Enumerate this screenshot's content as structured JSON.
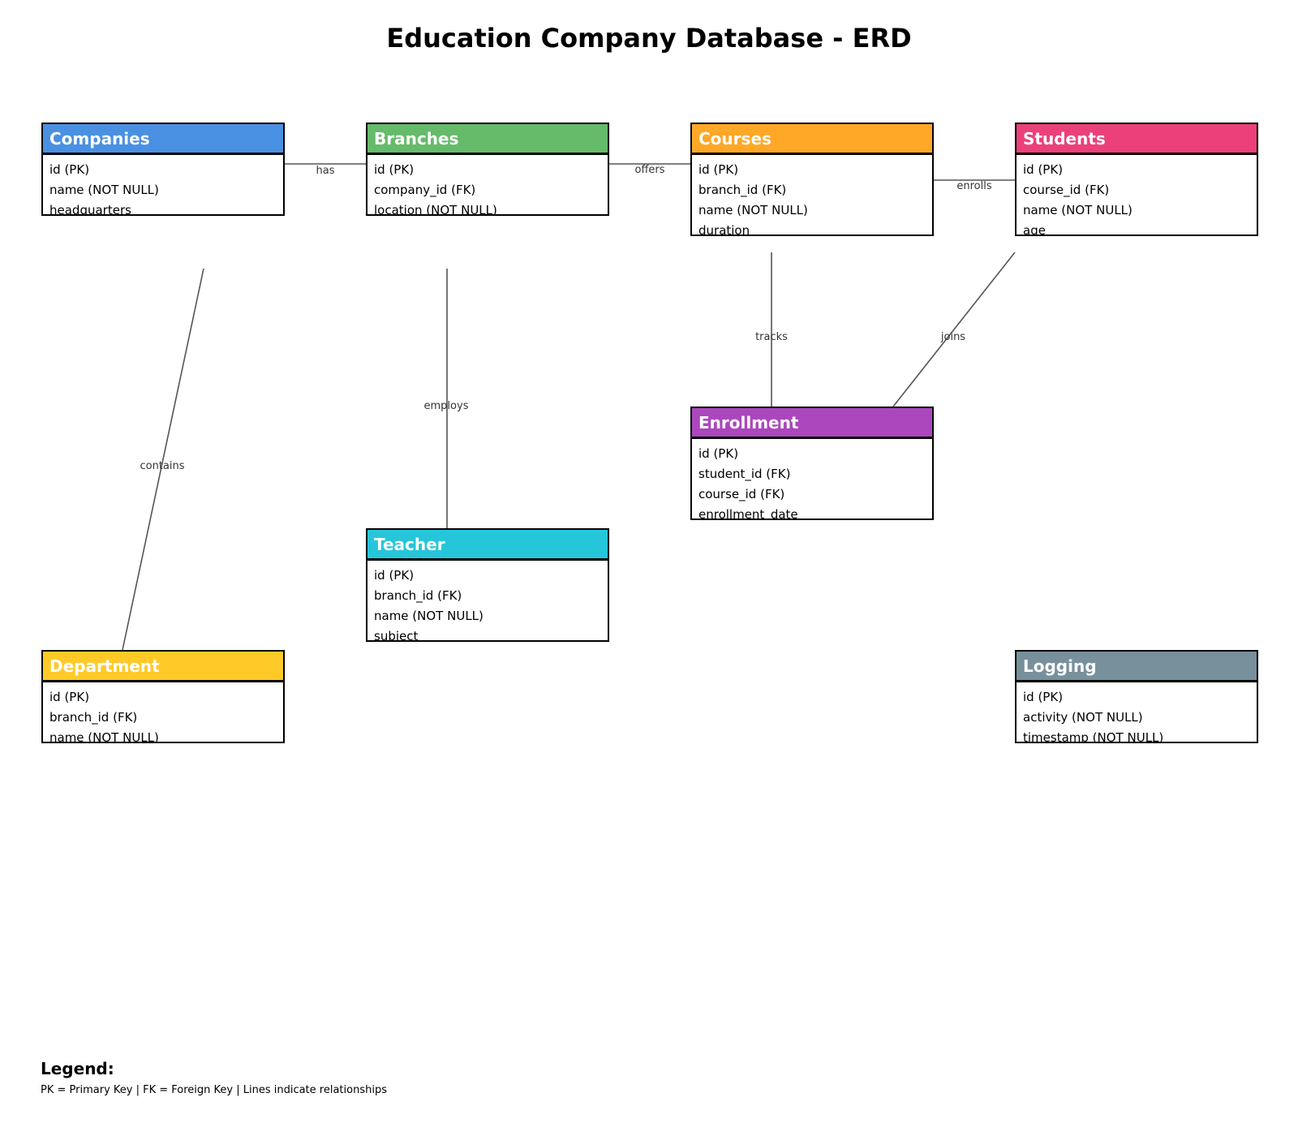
{
  "title": "Education Company Database - ERD",
  "entities": {
    "companies": {
      "name": "Companies",
      "color": "#4a90e2",
      "fields": [
        "id (PK)",
        "name (NOT NULL)",
        "headquarters"
      ]
    },
    "branches": {
      "name": "Branches",
      "color": "#66bb6a",
      "fields": [
        "id (PK)",
        "company_id (FK)",
        "location (NOT NULL)"
      ]
    },
    "courses": {
      "name": "Courses",
      "color": "#ffa726",
      "fields": [
        "id (PK)",
        "branch_id (FK)",
        "name (NOT NULL)",
        "duration"
      ]
    },
    "students": {
      "name": "Students",
      "color": "#ec407a",
      "fields": [
        "id (PK)",
        "course_id (FK)",
        "name (NOT NULL)",
        "age"
      ]
    },
    "enrollment": {
      "name": "Enrollment",
      "color": "#ab47bc",
      "fields": [
        "id (PK)",
        "student_id (FK)",
        "course_id (FK)",
        "enrollment_date"
      ]
    },
    "teacher": {
      "name": "Teacher",
      "color": "#26c6da",
      "fields": [
        "id (PK)",
        "branch_id (FK)",
        "name (NOT NULL)",
        "subject"
      ]
    },
    "department": {
      "name": "Department",
      "color": "#ffca28",
      "fields": [
        "id (PK)",
        "branch_id (FK)",
        "name (NOT NULL)"
      ]
    },
    "logging": {
      "name": "Logging",
      "color": "#78909c",
      "fields": [
        "id (PK)",
        "activity (NOT NULL)",
        "timestamp (NOT NULL)"
      ]
    }
  },
  "relationships": [
    {
      "id": "has",
      "label": "has",
      "from": "Companies",
      "to": "Branches"
    },
    {
      "id": "offers",
      "label": "offers",
      "from": "Branches",
      "to": "Courses"
    },
    {
      "id": "enrolls",
      "label": "enrolls",
      "from": "Courses",
      "to": "Students"
    },
    {
      "id": "tracks",
      "label": "tracks",
      "from": "Courses",
      "to": "Enrollment"
    },
    {
      "id": "joins",
      "label": "joins",
      "from": "Students",
      "to": "Enrollment"
    },
    {
      "id": "employs",
      "label": "employs",
      "from": "Branches",
      "to": "Teacher"
    },
    {
      "id": "contains",
      "label": "contains",
      "from": "Companies",
      "to": "Department"
    }
  ],
  "legend": {
    "title": "Legend:",
    "text": "PK = Primary Key  |  FK = Foreign Key  |  Lines indicate relationships"
  }
}
